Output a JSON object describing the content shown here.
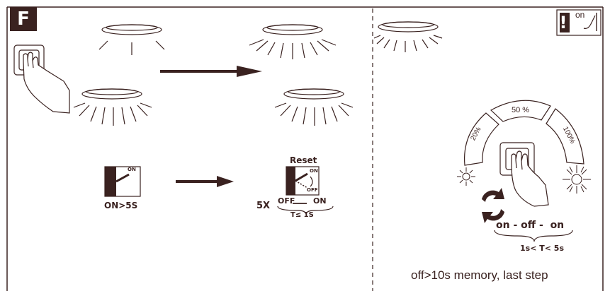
{
  "panel": {
    "letter": "F"
  },
  "colors": {
    "ink": "#3a2220",
    "line": "#555555",
    "arc_fill": "#ffffff"
  },
  "left": {
    "switch_on_label": "ON",
    "hold_condition": "ON>5S",
    "reset": {
      "title": "Reset",
      "on_label": "ON",
      "off_label": "OFF",
      "repeat": "5X",
      "sequence_off": "OFF",
      "sequence_on": "ON",
      "timing": "T≤ 1S"
    }
  },
  "right": {
    "notice": {
      "icon": "exclamation-icon",
      "on_label": "on"
    },
    "levels": [
      "20%",
      "50 %",
      "100%"
    ],
    "cycle_sequence": {
      "on1": "on",
      "dash1": "-",
      "off": "off",
      "dash2": "-",
      "on2": "on"
    },
    "timing": "1s< T< 5s",
    "memory_note": "off>10s memory, last step"
  }
}
